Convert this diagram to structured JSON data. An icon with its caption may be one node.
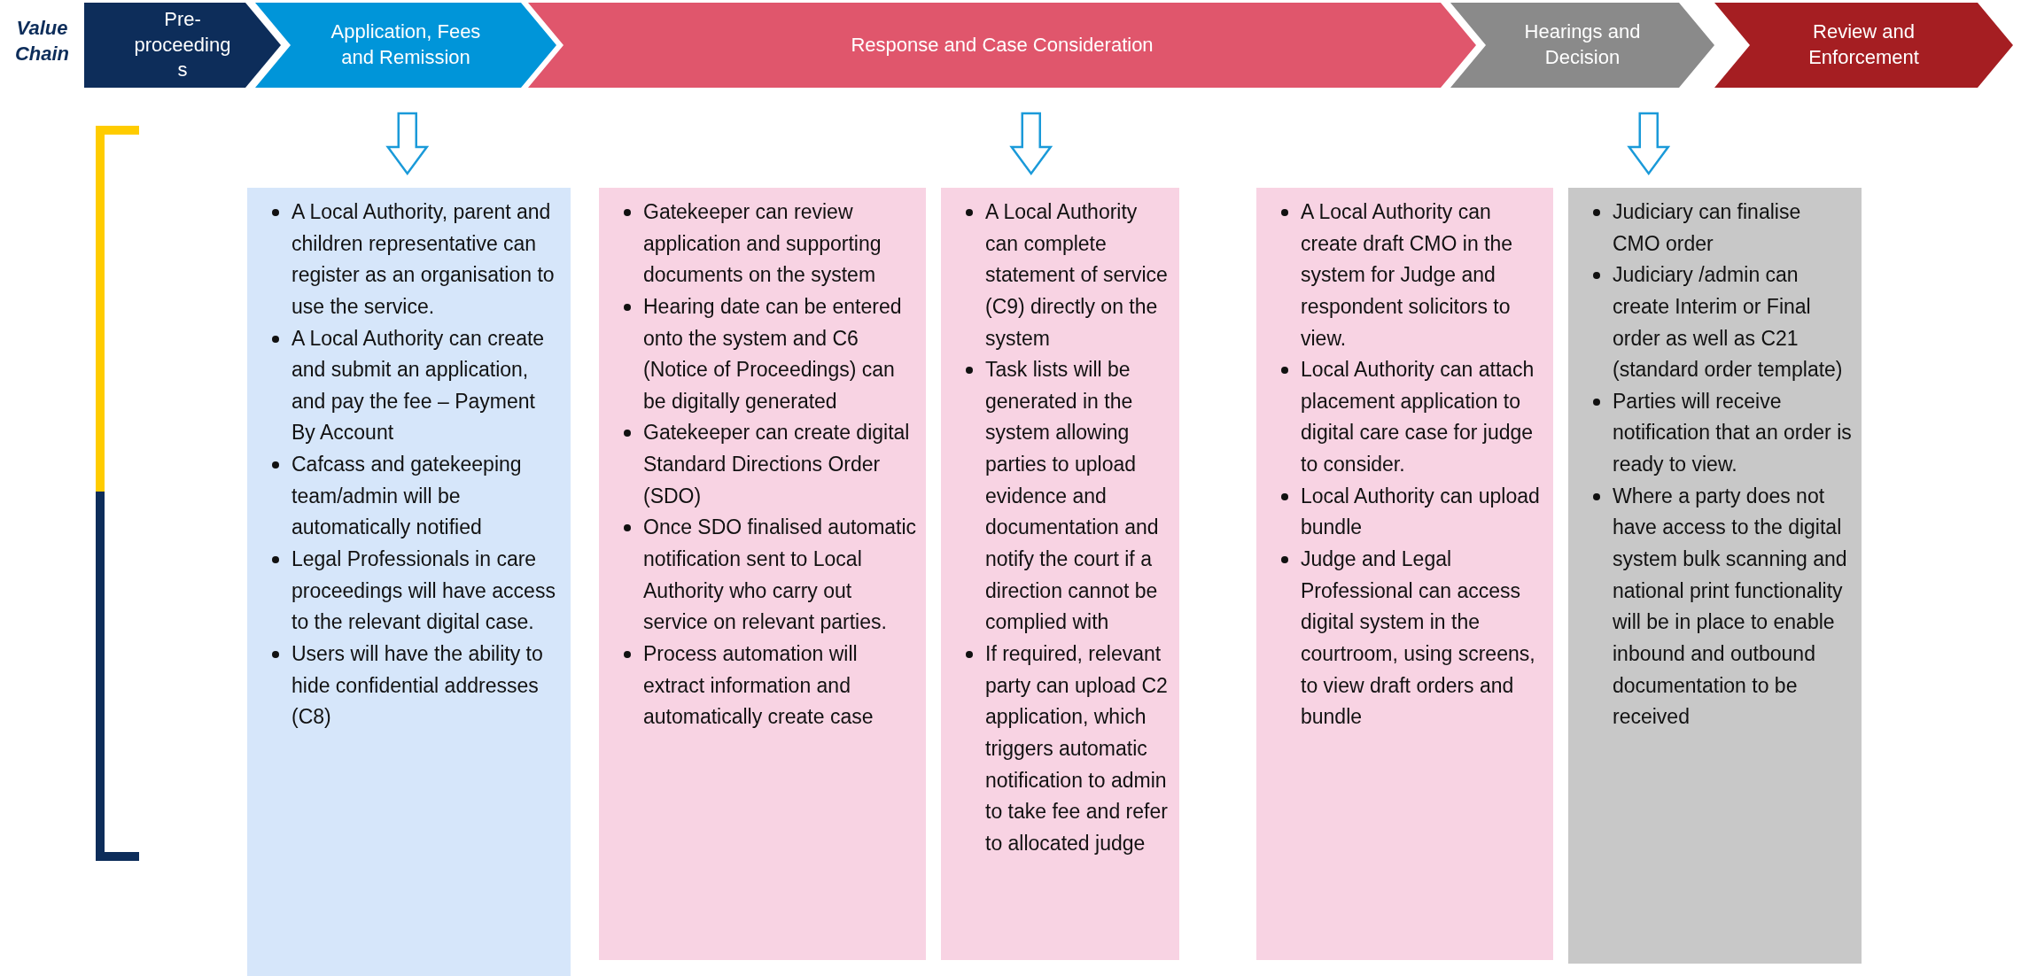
{
  "diagram": {
    "nodes": [
      {
        "text": [
          "Pre- proceeding s"
        ]
      },
      {
        "text": [
          "Application, Fees and Remission"
        ]
      },
      {
        "text": [
          "Response and Case Consideration"
        ]
      },
      {
        "text": [
          "Hearings and Decision"
        ]
      },
      {
        "text": [
          "Review and Enforcement"
        ]
      },
      {
        "text": [
          "A Local Authority, parent and children representative can register as an organisation to use the service.",
          "A Local Authority can create and submit an application, and pay the fee – Payment By Account",
          "Cafcass and gatekeeping team/admin will be automatically notified",
          "Legal Professionals in care proceedings will have access to the relevant digital case.",
          "Users will have the ability to hide confidential addresses (C8)"
        ]
      },
      {
        "text": [
          "Gatekeeper can review application and supporting documents on the system",
          "Hearing date can be entered onto the system and C6 (Notice of Proceedings) can be digitally generated",
          "Gatekeeper can create digital Standard Directions Order (SDO)",
          "Once SDO finalised automatic notification sent to Local Authority who carry out service on relevant parties.",
          "Process automation will extract  information and automatically create case"
        ]
      },
      {
        "text": [
          "A Local Authority can complete statement of service (C9) directly on the system",
          "Task lists will be generated in the system allowing parties to upload evidence and documentation and notify the court if a direction cannot be complied with",
          "If required, relevant party can upload C2 application, which triggers automatic notification to admin to take fee and refer to allocated judge"
        ]
      },
      {
        "text": [
          "A Local Authority can create draft CMO in the system for Judge and respondent solicitors to view.",
          "Local Authority can attach placement application to digital care case for judge to consider.",
          "Local Authority can upload bundle",
          "Judge and Legal Professional can access digital system in the courtroom, using screens, to view draft orders and bundle"
        ]
      },
      {
        "text": [
          "Judiciary can finalise CMO order",
          "Judiciary /admin can create Interim or Final order as well as C21 (standard order template)",
          "Parties will receive notification that an order is ready to view.",
          "Where a party does not have access to the digital system bulk scanning and national print functionality will be in place to enable inbound and outbound documentation to be received"
        ]
      }
    ],
    "edges": [
      {
        "from": 1,
        "to": 5,
        "arrow": "to"
      },
      {
        "from": 2,
        "to": 7,
        "arrow": "to"
      },
      {
        "from": 3,
        "to": 9,
        "arrow": "to"
      }
    ],
    "labels": [
      "Value Chain"
    ]
  }
}
